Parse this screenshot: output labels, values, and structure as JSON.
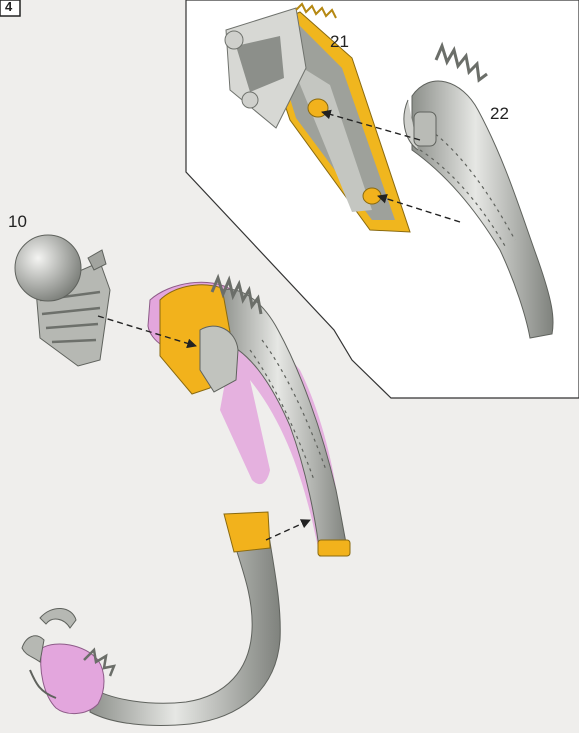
{
  "step_marker": "4",
  "labels": {
    "part_10": "10",
    "part_21": "21",
    "part_22": "22"
  },
  "colors": {
    "background": "#efeeec",
    "inset_background": "#ffffff",
    "bone_grey": "#c9cbc7",
    "bone_dark": "#7a7d78",
    "glue_yellow": "#f2b21c",
    "magnet_pink": "#e3a6dd",
    "line": "#222222"
  },
  "icons": {
    "assembly_arrow": "dashed-arrow",
    "part_skull": "skull-part",
    "part_tail_segment": "tail-segment-part",
    "part_tail_tip": "tail-tip-part"
  }
}
